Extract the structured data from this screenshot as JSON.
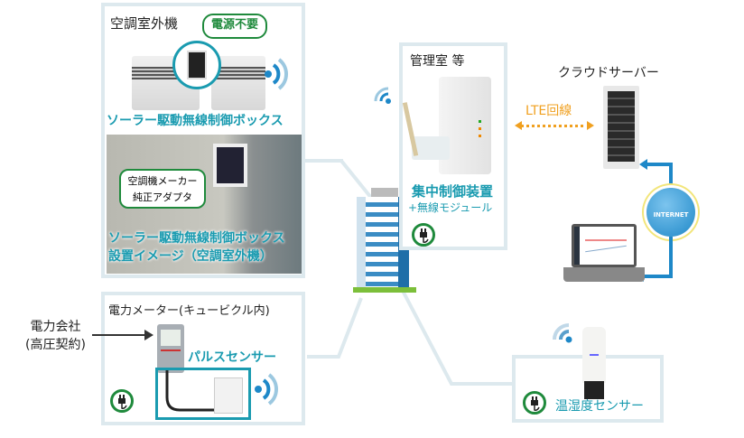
{
  "aircon_panel": {
    "title": "空調室外機",
    "badge": "電源不要",
    "box_label": "ソーラー駆動無線制御ボックス",
    "callout_line1": "空調機メーカー",
    "callout_line2": "純正アダプタ",
    "photo_caption_line1": "ソーラー駆動無線制御ボックス",
    "photo_caption_line2": "設置イメージ（空調室外機）"
  },
  "meter_panel": {
    "title": "電力メーター(キュービクル内)",
    "sensor_label": "パルスセンサー"
  },
  "power_company": {
    "line1": "電力会社",
    "line2": "(高圧契約)"
  },
  "management_panel": {
    "title": "管理室 等",
    "device_label": "集中制御装置",
    "device_sub": "+無線モジュール"
  },
  "cloud": {
    "title": "クラウドサーバー",
    "lte_label": "LTE回線",
    "internet_label": "INTERNET"
  },
  "humidity_panel": {
    "label": "温湿度センサー"
  },
  "colors": {
    "accent_teal": "#1a9bb0",
    "plug_green": "#1f8a3c",
    "lte_orange": "#f0a020",
    "internet_blue": "#1e88c8",
    "panel_border": "#dde9ee"
  }
}
